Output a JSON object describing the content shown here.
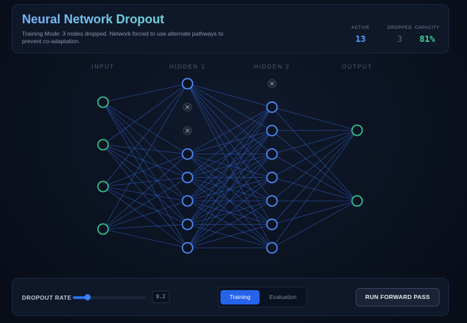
{
  "header": {
    "title": "Neural Network Dropout",
    "subtitle": "Training Mode: 3 nodes dropped. Network forced to use alternate pathways to prevent co-adaptation."
  },
  "stats": {
    "active_label": "ACTIVE",
    "active_value": "13",
    "dropped_label": "DROPPED",
    "dropped_value": "3",
    "capacity_label": "CAPACITY",
    "capacity_value": "81%"
  },
  "network": {
    "layers": [
      {
        "label": "INPUT",
        "nodes": [
          0,
          0,
          0,
          0
        ]
      },
      {
        "label": "HIDDEN 1",
        "nodes": [
          0,
          1,
          1,
          0,
          0,
          0,
          0,
          0
        ]
      },
      {
        "label": "HIDDEN 2",
        "nodes": [
          1,
          0,
          0,
          0,
          0,
          0,
          0,
          0
        ]
      },
      {
        "label": "OUTPUT",
        "nodes": [
          0,
          0
        ]
      }
    ],
    "colors": {
      "io_node": "#34c38f",
      "hidden_node": "#4f8dff",
      "dropped_node": "#3b4456",
      "connection": "#3668d6"
    }
  },
  "controls": {
    "dropout_label": "DROPOUT RATE",
    "dropout_rate": 0.2,
    "dropout_rate_text": "0.2",
    "mode_training": "Training",
    "mode_evaluation": "Evaluation",
    "active_mode": "Training",
    "run_label": "RUN FORWARD PASS"
  }
}
